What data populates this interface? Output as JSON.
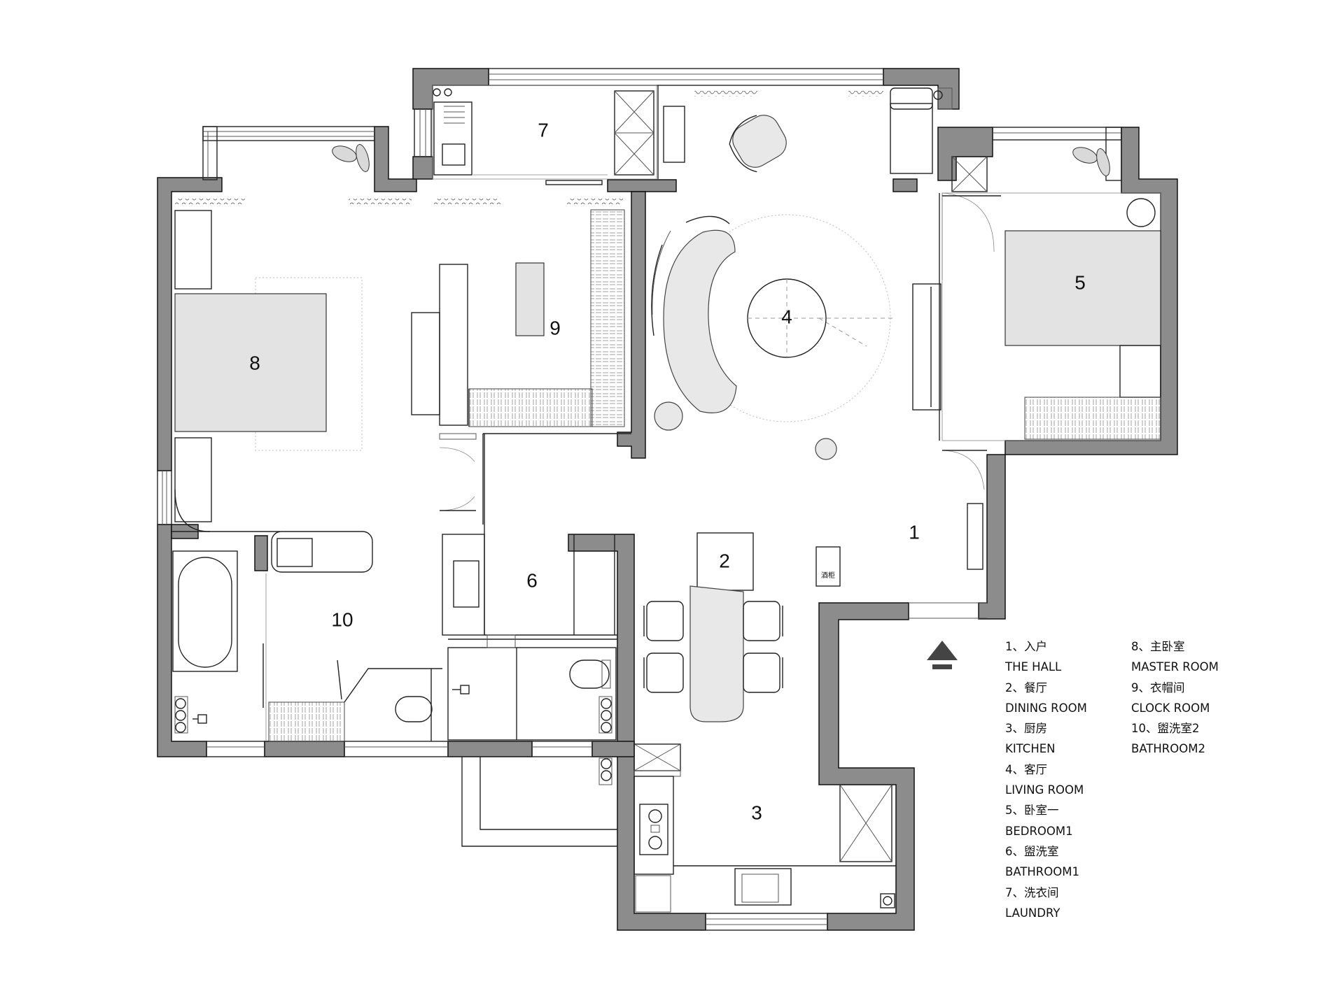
{
  "rooms": {
    "r1": "1",
    "r2": "2",
    "r3": "3",
    "r4": "4",
    "r5": "5",
    "r6": "6",
    "r7": "7",
    "r8": "8",
    "r9": "9",
    "r10": "10"
  },
  "cabinet_tag": "酒柜",
  "legend": {
    "col1": [
      "1、入户",
      "THE HALL",
      "2、餐厅",
      "DINING ROOM",
      "3、厨房",
      "KITCHEN",
      "4、客厅",
      "LIVING ROOM",
      "5、卧室一",
      "BEDROOM1",
      "6、盥洗室",
      "BATHROOM1",
      "7、洗衣间",
      "LAUNDRY"
    ],
    "col2": [
      "8、主卧室",
      "MASTER ROOM",
      "9、衣帽间",
      "CLOCK ROOM",
      "10、盥洗室2",
      "BATHROOM2"
    ]
  }
}
